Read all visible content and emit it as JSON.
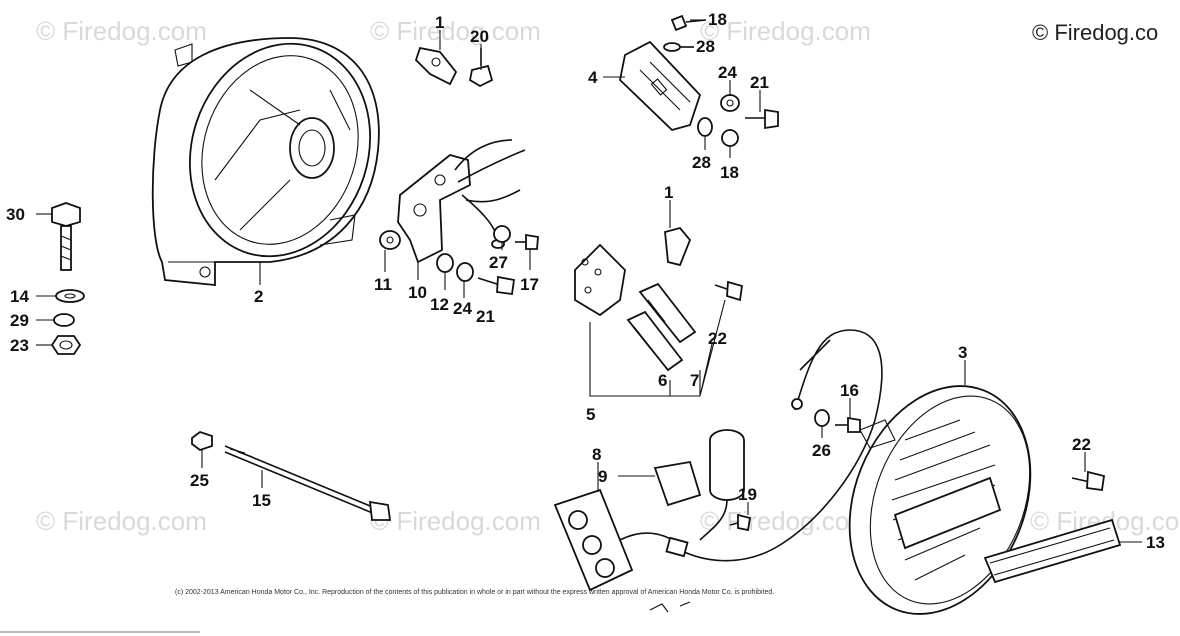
{
  "brand": "© Firedog.co",
  "watermark": "© Firedog.com",
  "copyright": "(c) 2002-2013 American Honda Motor Co., Inc. Reproduction of the contents of this publication in whole or in part without the express written approval of American Honda Motor Co. is prohibited.",
  "callouts": {
    "c1a": "1",
    "c20": "20",
    "c18a": "18",
    "c28a": "28",
    "c4": "4",
    "c24a": "24",
    "c21a": "21",
    "c28b": "28",
    "c18b": "18",
    "c30": "30",
    "c14": "14",
    "c29": "29",
    "c23": "23",
    "c2": "2",
    "c11": "11",
    "c10": "10",
    "c12": "12",
    "c24b": "24",
    "c21b": "21",
    "c27": "27",
    "c17": "17",
    "c1b": "1",
    "c22a": "22",
    "c6": "6",
    "c7": "7",
    "c5": "5",
    "c3": "3",
    "c16": "16",
    "c26": "26",
    "c25": "25",
    "c15": "15",
    "c8": "8",
    "c9": "9",
    "c19": "19",
    "c22b": "22",
    "c13": "13"
  }
}
